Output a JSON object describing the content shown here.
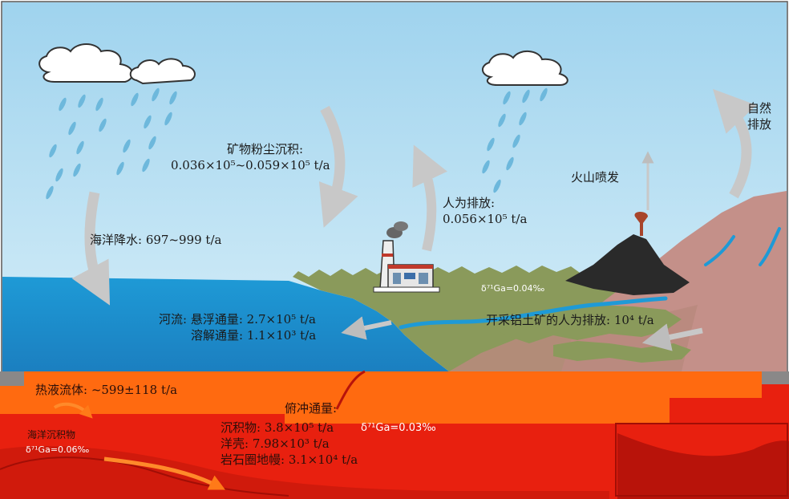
{
  "labels": {
    "ocean_precip": "海洋降水: 697~999 t/a",
    "dust_title": "矿物粉尘沉积:",
    "dust_value": "0.036×10⁵~0.059×10⁵ t/a",
    "human_title": "人为排放:",
    "human_value": "0.056×10⁵ t/a",
    "volcano": "火山喷发",
    "natural_line1": "自然",
    "natural_line2": "排放",
    "land_delta": "δ⁷¹Ga=0.04‰",
    "river_suspended": "河流: 悬浮通量: 2.7×10⁵ t/a",
    "river_dissolved": "溶解通量: 1.1×10³ t/a",
    "bauxite": "开采铝土矿的人为排放: 10⁴ t/a",
    "hydrothermal": "热液流体: ~599±118 t/a",
    "subduct_title": "俯冲通量:",
    "subduct_sediment": "沉积物: 3.8×10⁵ t/a",
    "subduct_crust": "洋壳: 7.98×10³ t/a",
    "subduct_mantle": "岩石圈地幔: 3.1×10⁴ t/a",
    "marine_sediment": "海洋沉积物",
    "sediment_delta": "δ⁷¹Ga=0.06‰",
    "ocean_delta": "δ⁷¹Ga=0.03‰"
  },
  "colors": {
    "sky_top": "#9fd3ee",
    "sky_bottom": "#d6eef8",
    "ocean": "#1e9ad6",
    "land_green": "#8a9a5b",
    "mountain": "#c49089",
    "mantle_red": "#e8200f",
    "mantle_orange": "#ff6a10",
    "flux_arrow": "#c8c8c8"
  },
  "icons": {
    "rain_cloud_left": "cloud-rain-icon",
    "rain_cloud_right": "cloud-rain-icon",
    "factory": "factory-icon",
    "volcano": "volcano-icon"
  }
}
